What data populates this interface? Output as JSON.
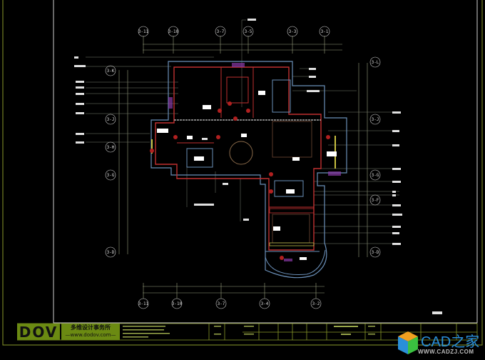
{
  "drawing": {
    "top_axes": [
      "3-11",
      "3-10",
      "3-7",
      "3-5",
      "3-3",
      "3-1"
    ],
    "bottom_axes": [
      "3-11",
      "3-10",
      "3-7",
      "3-4",
      "3-2"
    ],
    "left_axes": [
      "3-K",
      "3-J",
      "3-H",
      "3-G",
      "3-D"
    ],
    "right_axes": [
      "3-L",
      "3-J",
      "3-G",
      "3-F",
      "3-D"
    ]
  },
  "title_block": {
    "logo": "DOV",
    "firm_name": "多维设计事务所",
    "firm_url": "—www.dodov.com—"
  },
  "watermark": {
    "title": "CAD之家",
    "url": "WWW.CADZJ.COM"
  },
  "colors": {
    "frame": "#c8c8c8",
    "title_line": "#8a9a2a",
    "wall_blue": "#6a8fb8",
    "wall_red": "#c03030",
    "dim_line": "#9aa080"
  }
}
